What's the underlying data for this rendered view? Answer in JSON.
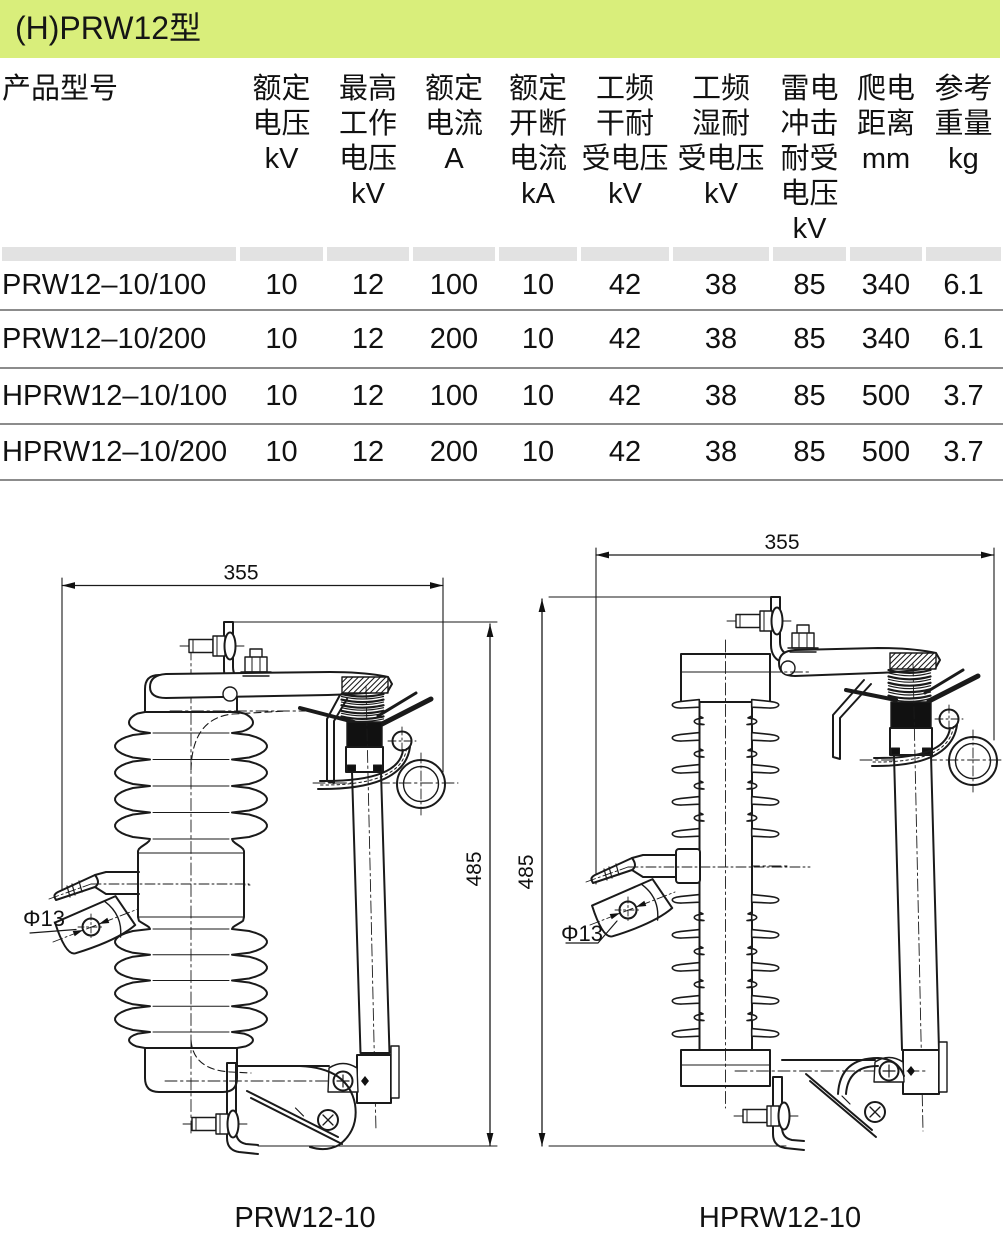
{
  "page_title": "(H)PRW12型",
  "table": {
    "columns": [
      {
        "id": "model",
        "lines": [
          "产品型号"
        ]
      },
      {
        "id": "rated_voltage",
        "lines": [
          "额定",
          "电压",
          "kV"
        ]
      },
      {
        "id": "max_working_voltage",
        "lines": [
          "最高",
          "工作",
          "电压",
          "kV"
        ]
      },
      {
        "id": "rated_current",
        "lines": [
          "额定",
          "电流",
          "A"
        ]
      },
      {
        "id": "rated_breaking_current",
        "lines": [
          "额定",
          "开断",
          "电流",
          "kA"
        ]
      },
      {
        "id": "pf_dry_withstand",
        "lines": [
          "工频",
          "干耐",
          "受电压",
          "kV"
        ]
      },
      {
        "id": "pf_wet_withstand",
        "lines": [
          "工频",
          "湿耐",
          "受电压",
          "kV"
        ]
      },
      {
        "id": "lightning_impulse",
        "lines": [
          "雷电",
          "冲击",
          "耐受",
          "电压",
          "kV"
        ]
      },
      {
        "id": "creepage_distance",
        "lines": [
          "爬电",
          "距离",
          "mm"
        ]
      },
      {
        "id": "reference_weight",
        "lines": [
          "参考",
          "重量",
          "kg"
        ]
      }
    ],
    "rows": [
      [
        "PRW12–10/100",
        "10",
        "12",
        "100",
        "10",
        "42",
        "38",
        "85",
        "340",
        "6.1"
      ],
      [
        "PRW12–10/200",
        "10",
        "12",
        "200",
        "10",
        "42",
        "38",
        "85",
        "340",
        "6.1"
      ],
      [
        "HPRW12–10/100",
        "10",
        "12",
        "100",
        "10",
        "42",
        "38",
        "85",
        "500",
        "3.7"
      ],
      [
        "HPRW12–10/200",
        "10",
        "12",
        "200",
        "10",
        "42",
        "38",
        "85",
        "500",
        "3.7"
      ]
    ]
  },
  "drawings": {
    "left": {
      "width_label": "355",
      "height_label": "485",
      "hole_label": "Φ13",
      "caption": "PRW12-10"
    },
    "right": {
      "width_label": "355",
      "height_label": "485",
      "hole_label": "Φ13",
      "caption": "HPRW12-10"
    }
  },
  "colors": {
    "title_bar_bg": "#d9ee7b",
    "band_gray": "#e2e2e2",
    "row_line": "#8c8c8c",
    "ink": "#111111"
  }
}
